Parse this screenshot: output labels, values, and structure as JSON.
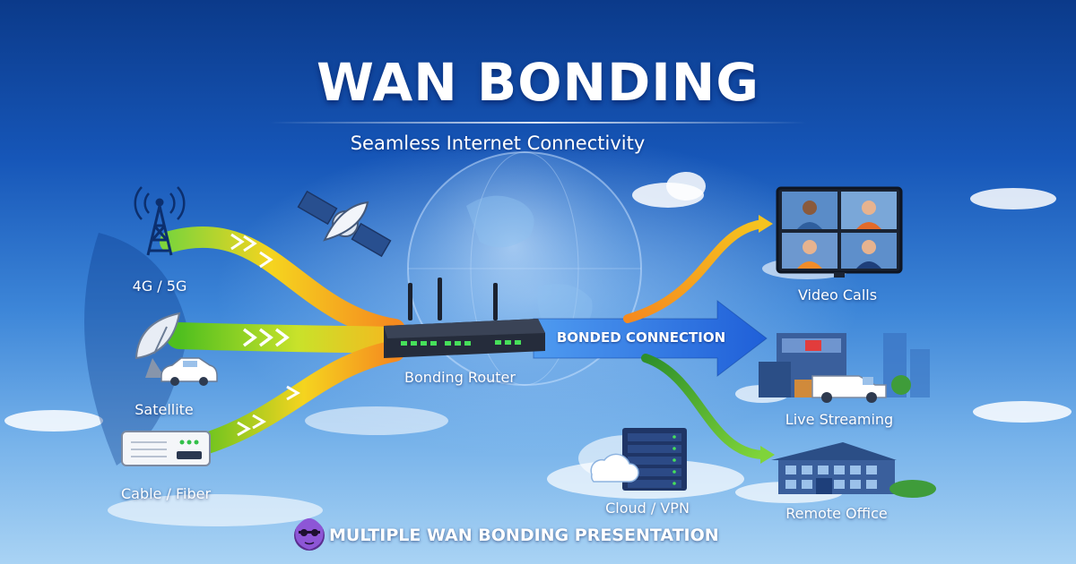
{
  "header": {
    "title": "WAN BONDING",
    "subtitle": "Seamless Internet Connectivity"
  },
  "inputs": [
    {
      "label": "4G / 5G",
      "icon": "cell-tower-icon"
    },
    {
      "label": "Satellite",
      "icon": "satellite-dish-icon"
    },
    {
      "label": "Cable / Fiber",
      "icon": "modem-icon"
    }
  ],
  "center": {
    "router_label": "Bonding Router",
    "bonded_label": "BONDED CONNECTION"
  },
  "outputs": [
    {
      "label": "Video Calls",
      "icon": "video-call-screen-icon"
    },
    {
      "label": "Live Streaming",
      "icon": "broadcast-van-icon"
    },
    {
      "label": "Remote Office",
      "icon": "office-building-icon"
    }
  ],
  "cloud_node": {
    "label": "Cloud / VPN",
    "icon": "server-rack-icon"
  },
  "footer": {
    "text": "MULTIPLE WAN BONDING PRESENTATION",
    "logo": "mascot-logo-icon"
  },
  "colors": {
    "background_top": "#0b3a8a",
    "background_bottom": "#a9d3f4",
    "stream_green": "#5cc21f",
    "stream_orange": "#f58a1f",
    "stream_yellow": "#f5d41f",
    "bonded_arrow": "#1f5fd8"
  }
}
